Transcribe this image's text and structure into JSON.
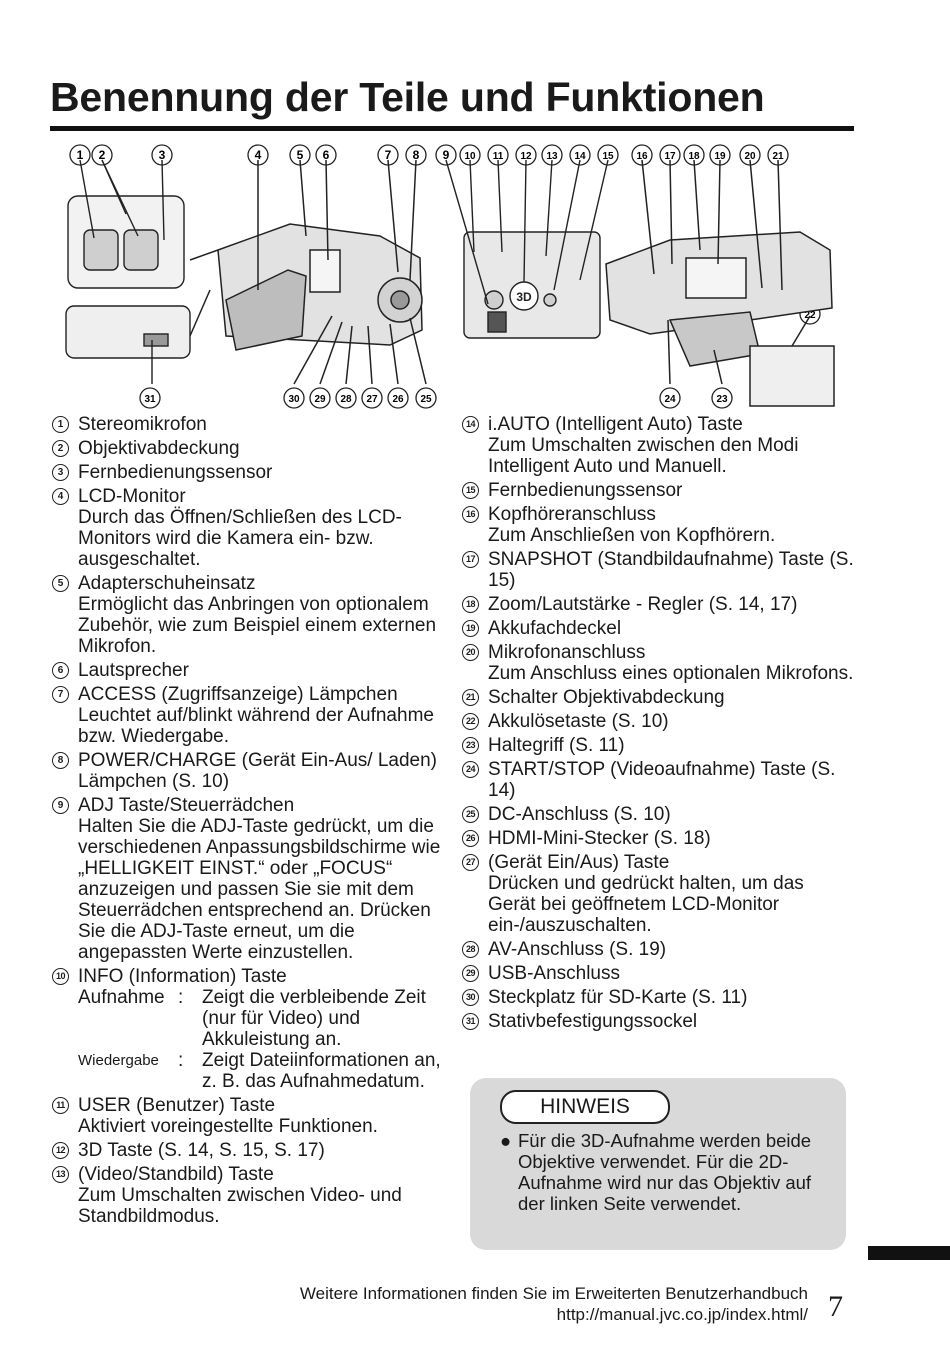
{
  "title": "Benennung der Teile und Funktionen",
  "figure": {
    "top_labels": [
      "1",
      "2",
      "3",
      "4",
      "5",
      "6",
      "7",
      "8",
      "9",
      "10",
      "11",
      "12",
      "13",
      "14",
      "15",
      "16",
      "17",
      "18",
      "19",
      "20",
      "21"
    ],
    "bottom_labels": [
      "31",
      "30",
      "29",
      "28",
      "27",
      "26",
      "25",
      "24",
      "23",
      "22"
    ],
    "button_3d": "3D"
  },
  "items_left": [
    {
      "n": "1",
      "label": "Stereomikrofon",
      "desc": ""
    },
    {
      "n": "2",
      "label": "Objektivabdeckung",
      "desc": ""
    },
    {
      "n": "3",
      "label": "Fernbedienungssensor",
      "desc": ""
    },
    {
      "n": "4",
      "label": "LCD-Monitor",
      "desc": "Durch das Öffnen/Schließen des LCD-Monitors wird die Kamera ein- bzw. ausgeschaltet."
    },
    {
      "n": "5",
      "label": "Adapterschuheinsatz",
      "desc": "Ermöglicht das Anbringen von optionalem Zubehör, wie zum Beispiel einem externen Mikrofon."
    },
    {
      "n": "6",
      "label": "Lautsprecher",
      "desc": ""
    },
    {
      "n": "7",
      "label": "ACCESS (Zugriffsanzeige) Lämpchen",
      "desc": "Leuchtet auf/blinkt während der Aufnahme bzw. Wiedergabe."
    },
    {
      "n": "8",
      "label": "POWER/CHARGE (Gerät Ein-Aus/ Laden) Lämpchen (S. 10)",
      "desc": ""
    },
    {
      "n": "9",
      "label": "ADJ Taste/Steuerrädchen",
      "desc": "Halten Sie die ADJ-Taste gedrückt, um die verschiedenen Anpassungsbildschirme wie „HELLIGKEIT EINST.“ oder „FOCUS“ anzuzeigen und passen Sie sie mit dem Steuerrädchen entsprechend an. Drücken Sie die ADJ-Taste erneut, um die angepassten Werte einzustellen."
    },
    {
      "n": "10",
      "label": "INFO (Information) Taste",
      "desc": ""
    },
    {
      "n": "11",
      "label": "USER (Benutzer) Taste",
      "desc": "Aktiviert voreingestellte Funktionen."
    },
    {
      "n": "12",
      "label": "3D Taste (S. 14, S. 15, S. 17)",
      "desc": ""
    },
    {
      "n": "13",
      "label": "(Video/Standbild) Taste",
      "desc": "Zum Umschalten zwischen Video- und Standbildmodus."
    }
  ],
  "info_rows": [
    {
      "key": "Aufnahme",
      "sep": ":",
      "value": "Zeigt die verbleibende Zeit (nur für Video) und Akkuleistung an."
    },
    {
      "key": "Wiedergabe",
      "sep": ":",
      "value": "Zeigt Dateiinformationen an, z. B. das Aufnahmedatum."
    }
  ],
  "items_right": [
    {
      "n": "14",
      "label": "i.AUTO (Intelligent Auto) Taste",
      "desc": "Zum Umschalten zwischen den Modi Intelligent Auto und Manuell."
    },
    {
      "n": "15",
      "label": "Fernbedienungssensor",
      "desc": ""
    },
    {
      "n": "16",
      "label": "Kopfhöreranschluss",
      "desc": "Zum Anschließen von Kopfhörern."
    },
    {
      "n": "17",
      "label": "SNAPSHOT (Standbildaufnahme) Taste (S. 15)",
      "desc": ""
    },
    {
      "n": "18",
      "label": "Zoom/Lautstärke - Regler (S. 14, 17)",
      "desc": ""
    },
    {
      "n": "19",
      "label": "Akkufachdeckel",
      "desc": ""
    },
    {
      "n": "20",
      "label": "Mikrofonanschluss",
      "desc": "Zum Anschluss eines optionalen Mikrofons."
    },
    {
      "n": "21",
      "label": "Schalter Objektivabdeckung",
      "desc": ""
    },
    {
      "n": "22",
      "label": "Akkulösetaste (S. 10)",
      "desc": ""
    },
    {
      "n": "23",
      "label": "Haltegriff (S. 11)",
      "desc": ""
    },
    {
      "n": "24",
      "label": "START/STOP (Videoaufnahme) Taste (S. 14)",
      "desc": ""
    },
    {
      "n": "25",
      "label": "DC-Anschluss (S. 10)",
      "desc": ""
    },
    {
      "n": "26",
      "label": "HDMI-Mini-Stecker (S. 18)",
      "desc": ""
    },
    {
      "n": "27",
      "label": "(Gerät Ein/Aus) Taste",
      "desc": "Drücken und gedrückt halten, um das Gerät bei geöffnetem LCD-Monitor ein-/auszuschalten."
    },
    {
      "n": "28",
      "label": "AV-Anschluss (S. 19)",
      "desc": ""
    },
    {
      "n": "29",
      "label": "USB-Anschluss",
      "desc": ""
    },
    {
      "n": "30",
      "label": "Steckplatz für SD-Karte (S. 11)",
      "desc": ""
    },
    {
      "n": "31",
      "label": "Stativbefestigungssockel",
      "desc": ""
    }
  ],
  "note": {
    "tag": "HINWEIS",
    "bullet": "●",
    "text": "Für die 3D-Aufnahme werden beide Objektive verwendet. Für die 2D-Aufnahme wird nur das Objektiv auf der linken Seite verwendet."
  },
  "footer": {
    "line1": "Weitere Informationen finden Sie im Erweiterten Benutzerhandbuch",
    "line2": "http://manual.jvc.co.jp/index.html/",
    "page": "7"
  }
}
